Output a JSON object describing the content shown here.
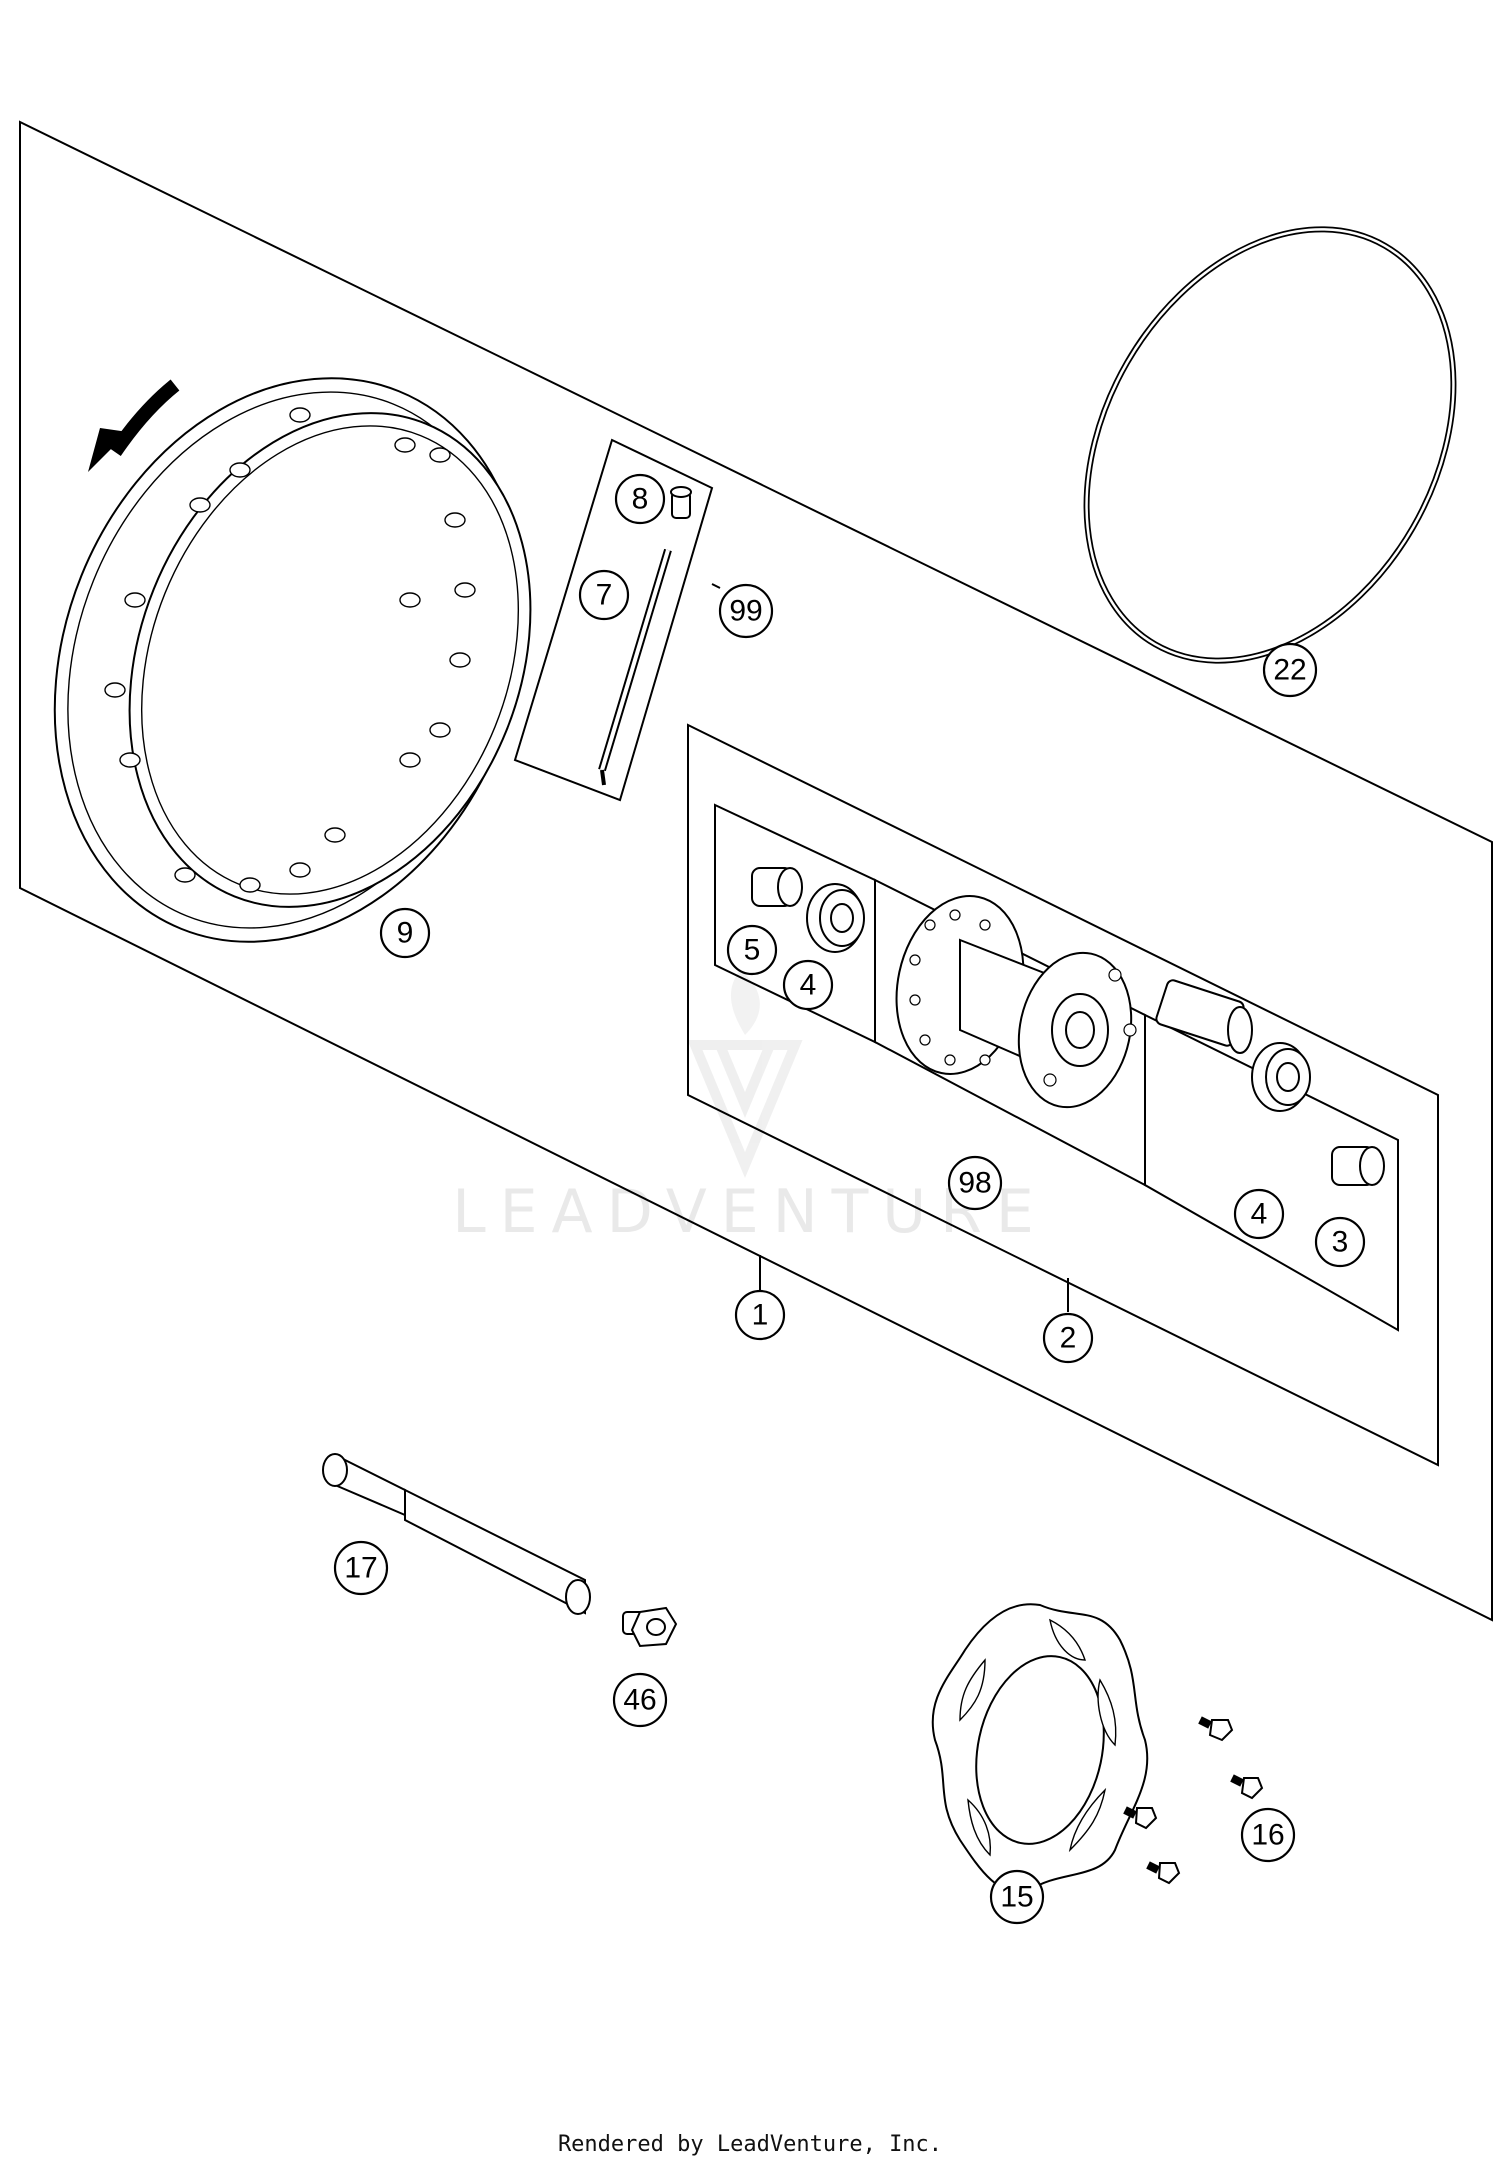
{
  "watermark": "LEADVENTURE",
  "footer": "Rendered by LeadVenture, Inc.",
  "callouts": [
    {
      "id": "c8",
      "label": "8"
    },
    {
      "id": "c7",
      "label": "7"
    },
    {
      "id": "c99",
      "label": "99"
    },
    {
      "id": "c9",
      "label": "9"
    },
    {
      "id": "c22",
      "label": "22"
    },
    {
      "id": "c5",
      "label": "5"
    },
    {
      "id": "c4a",
      "label": "4"
    },
    {
      "id": "c98",
      "label": "98"
    },
    {
      "id": "c4b",
      "label": "4"
    },
    {
      "id": "c3",
      "label": "3"
    },
    {
      "id": "c1",
      "label": "1"
    },
    {
      "id": "c2",
      "label": "2"
    },
    {
      "id": "c17",
      "label": "17"
    },
    {
      "id": "c46",
      "label": "46"
    },
    {
      "id": "c15",
      "label": "15"
    },
    {
      "id": "c16",
      "label": "16"
    }
  ]
}
